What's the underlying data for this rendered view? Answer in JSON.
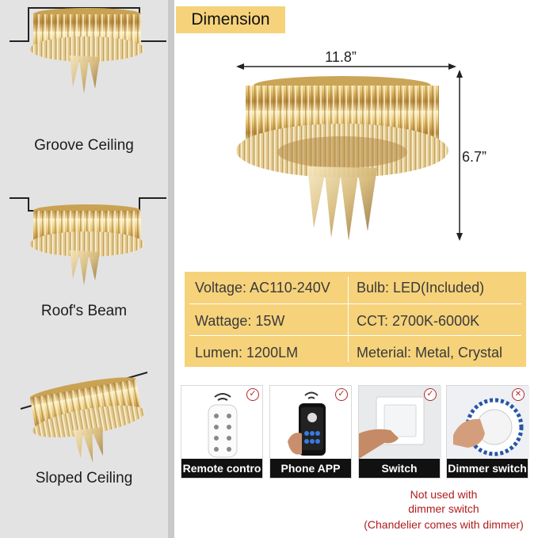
{
  "mounting": {
    "items": [
      {
        "label": "Groove Ceiling"
      },
      {
        "label": "Roof's Beam"
      },
      {
        "label": "Sloped Ceiling"
      }
    ]
  },
  "dimension": {
    "title": "Dimension",
    "width": "11.8”",
    "height": "6.7”"
  },
  "specs": {
    "voltage": "Voltage: AC110-240V",
    "bulb": "Bulb: LED(Included)",
    "wattage": "Wattage: 15W",
    "cct": "CCT: 2700K-6000K",
    "lumen": "Lumen: 1200LM",
    "material": "Meterial: Metal, Crystal"
  },
  "controls": {
    "remote": {
      "label": "Remote contro"
    },
    "phone": {
      "label": "Phone APP"
    },
    "switch": {
      "label": "Switch"
    },
    "dimmer": {
      "label": "Dimmer switch"
    }
  },
  "notice": {
    "line1": "Not used with",
    "line2": "dimmer switch",
    "line3": "(Chandelier comes with dimmer)"
  },
  "colors": {
    "accent": "#f6d27a",
    "warning": "#b01c1c"
  }
}
